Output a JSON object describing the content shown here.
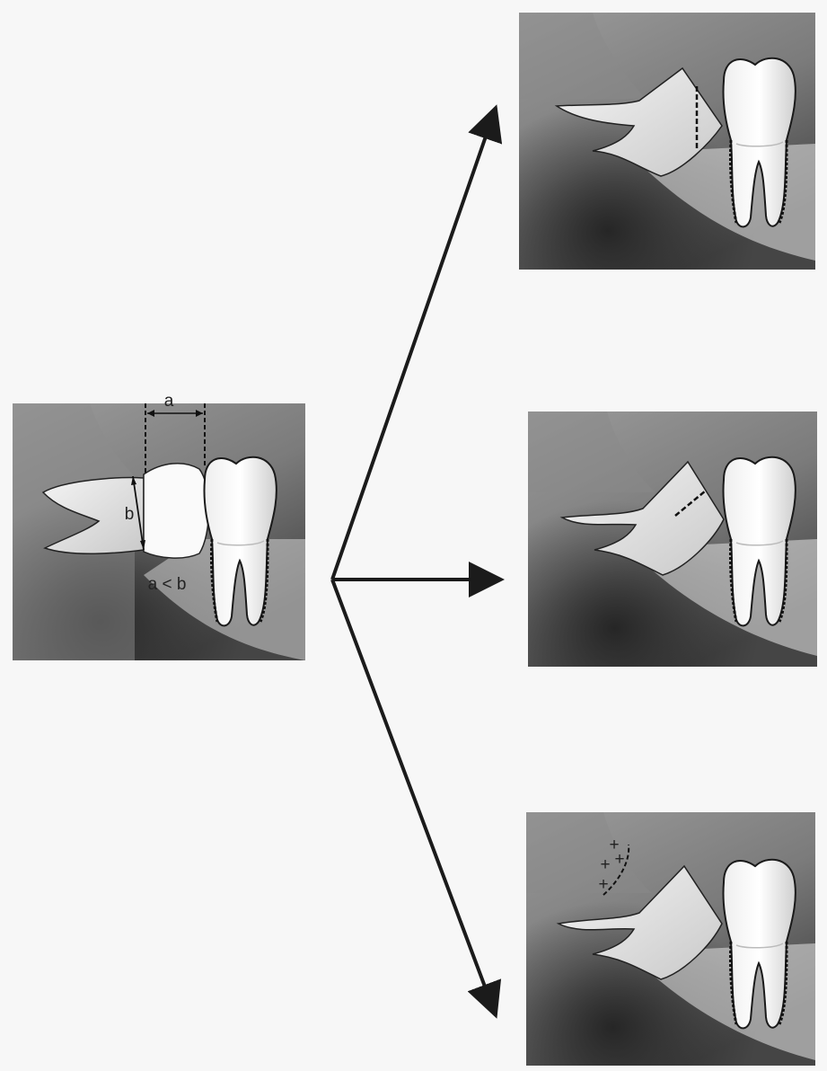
{
  "diagram": {
    "panels": [
      {
        "id": "source",
        "labels": {
          "width": "a",
          "height": "b",
          "relation": "a < b"
        }
      },
      {
        "id": "result-top"
      },
      {
        "id": "result-middle"
      },
      {
        "id": "result-bottom",
        "marks": [
          "+",
          "+",
          "+",
          "+"
        ]
      }
    ],
    "arrows": [
      {
        "to": "result-top"
      },
      {
        "to": "result-middle"
      },
      {
        "to": "result-bottom"
      }
    ]
  }
}
